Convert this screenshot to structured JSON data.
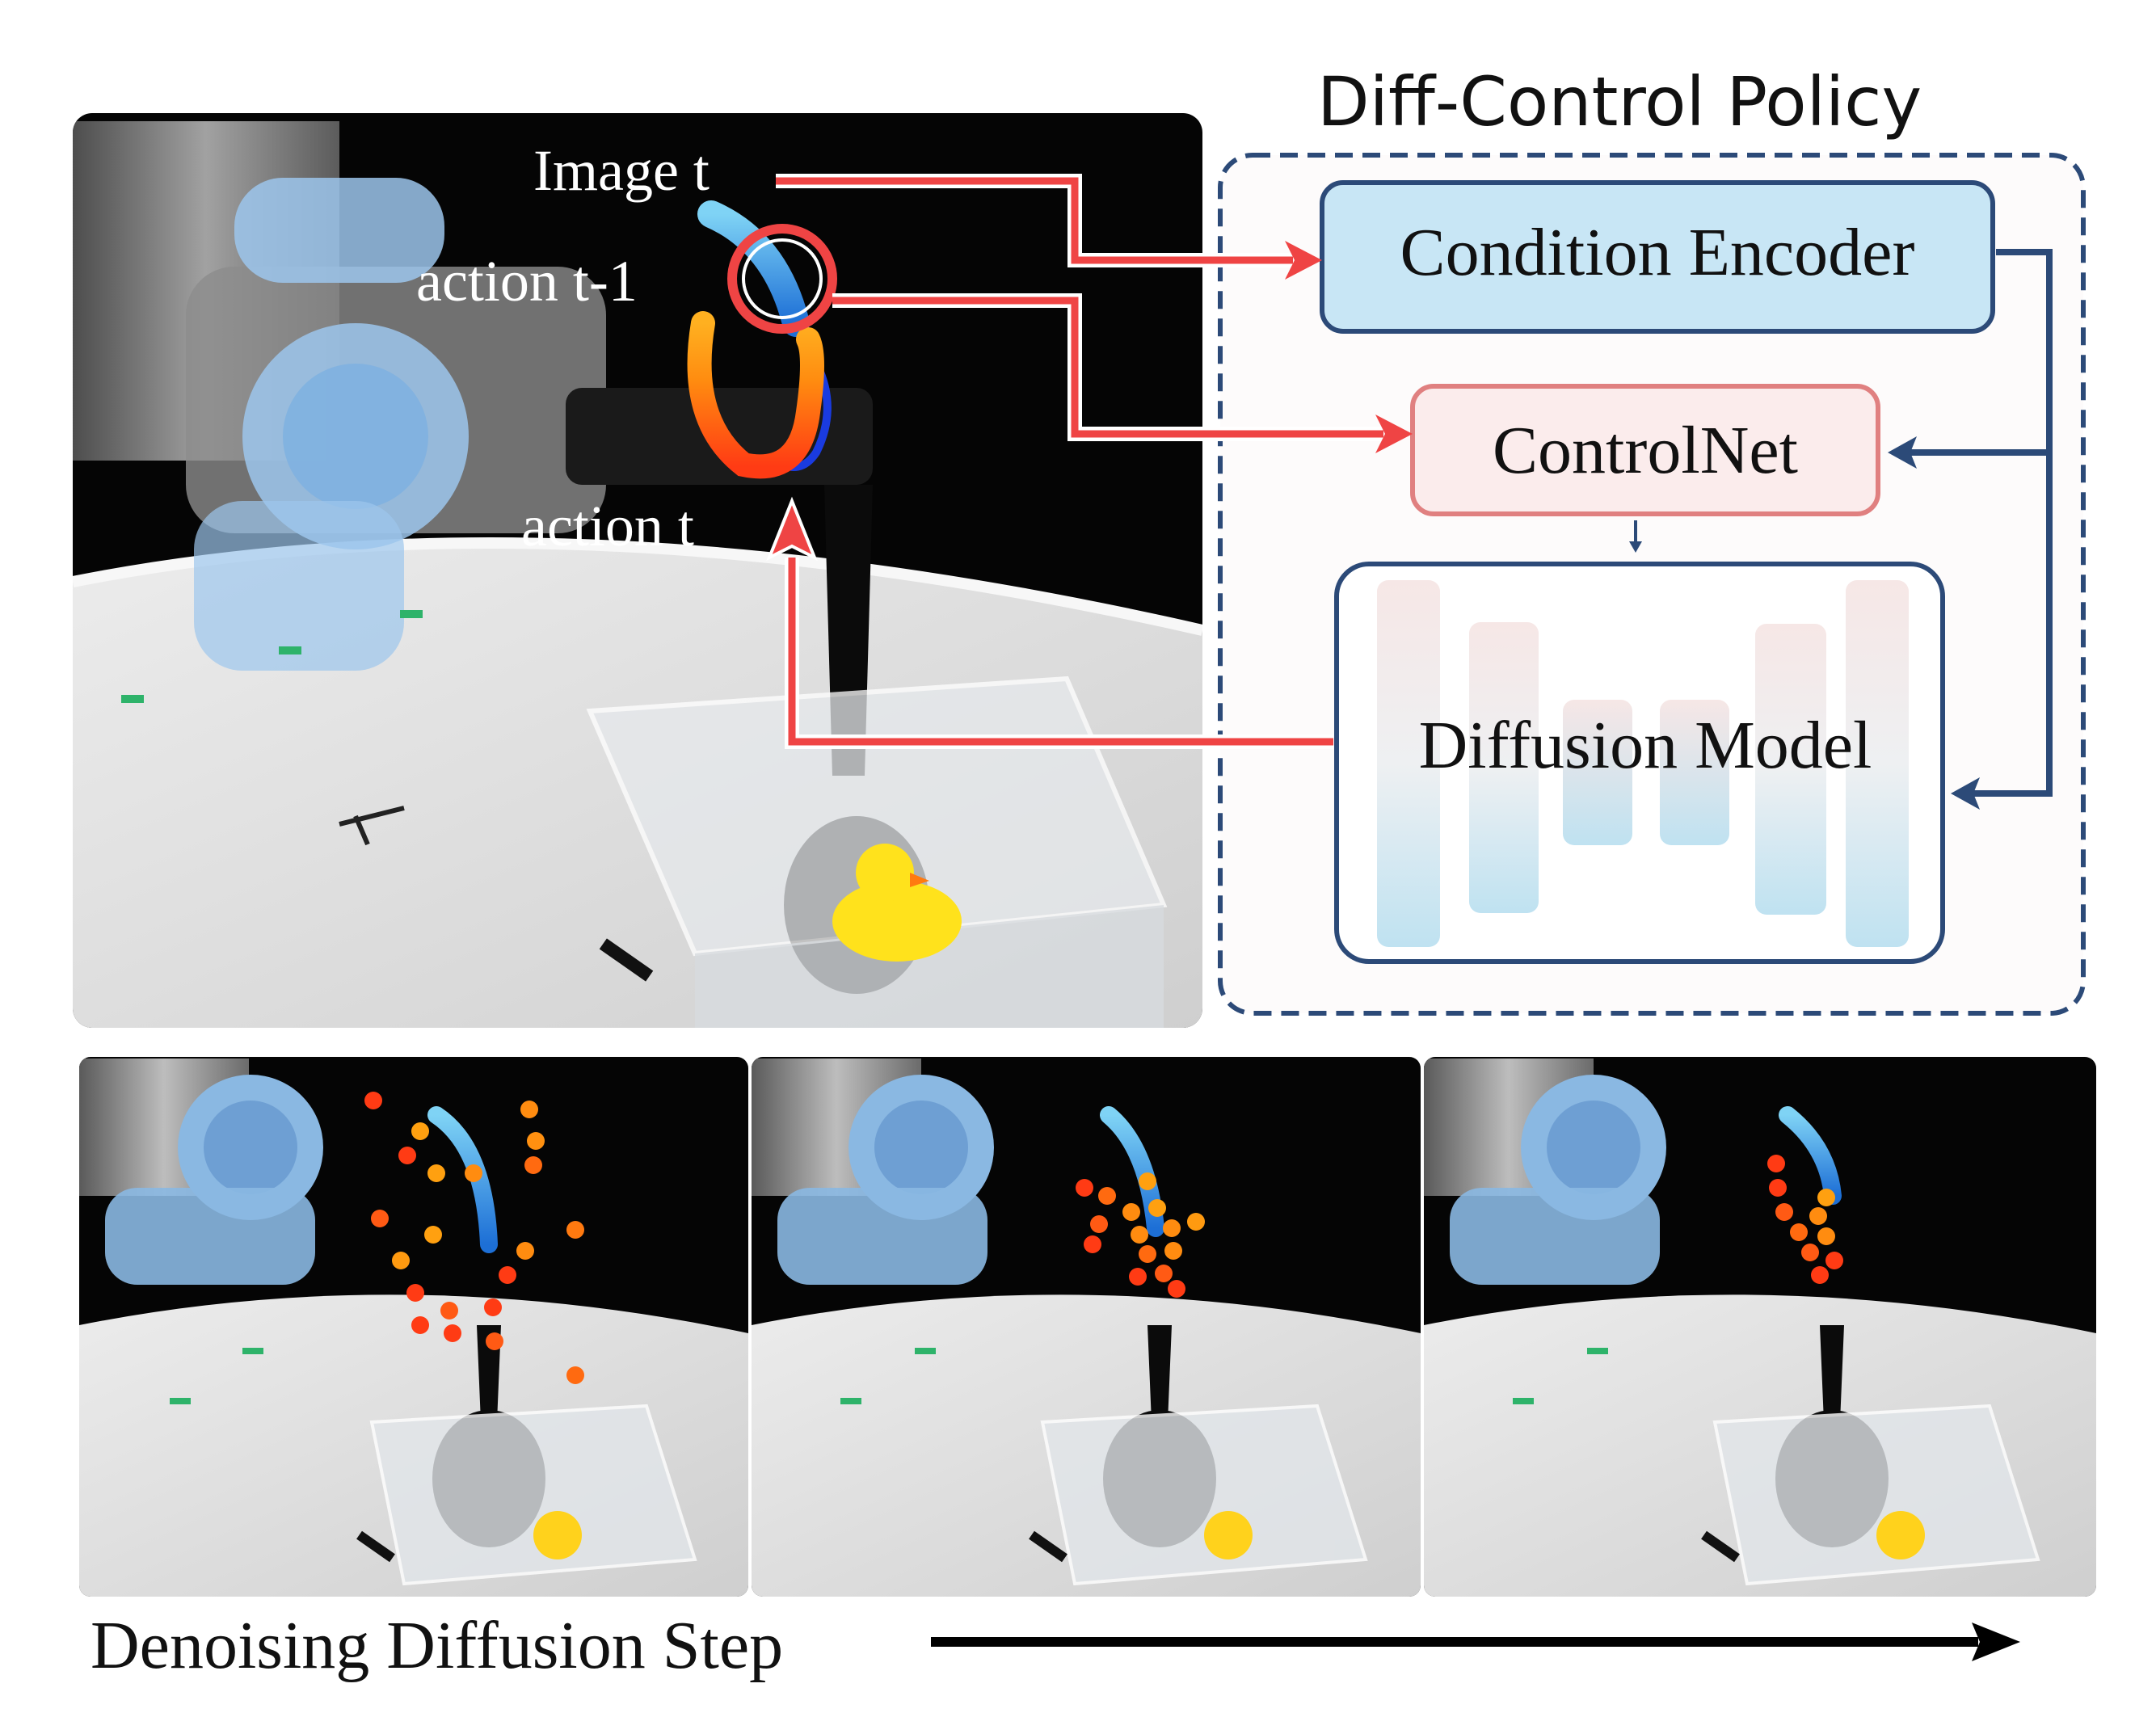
{
  "policy_title": "Diff-Control Policy",
  "labels": {
    "image_t": "Image t",
    "action_t_minus_1": "action t-1",
    "action_t": "action t"
  },
  "blocks": {
    "condition_encoder": "Condition Encoder",
    "controlnet": "ControlNet",
    "diffusion_model": "Diffusion Model"
  },
  "bottom_caption": "Denoising Diffusion Step",
  "colors": {
    "red_arrow": "#ef4444",
    "navy_arrow": "#2c4a78",
    "encoder_fill": "#c8e6f5",
    "controlnet_fill": "#fbecec",
    "controlnet_stroke": "#e08080"
  }
}
